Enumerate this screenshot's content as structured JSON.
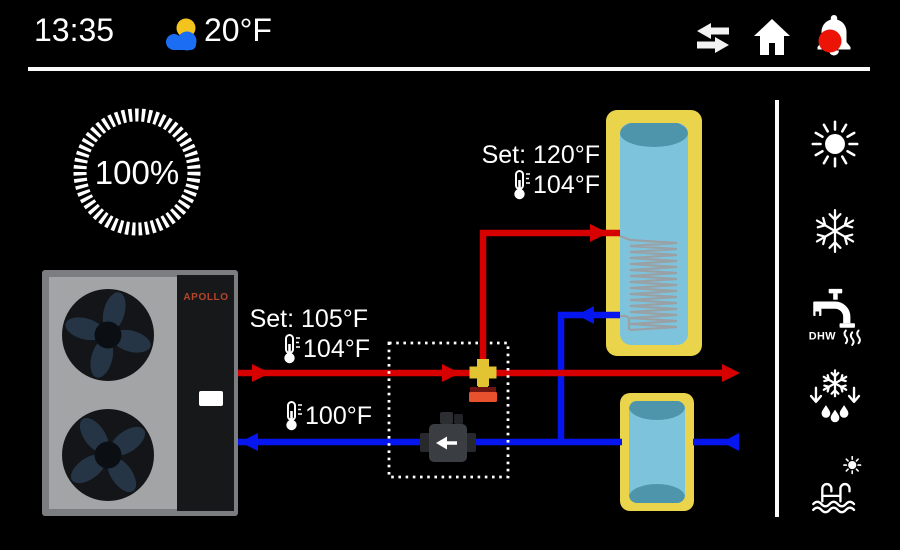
{
  "statusbar": {
    "time": "13:35",
    "weather_temp": "20°F"
  },
  "gauge": {
    "value": "100%"
  },
  "heat_pump": {
    "brand": "APOLLO"
  },
  "supply": {
    "set": "Set: 105°F",
    "temp": "104°F"
  },
  "return_line": {
    "temp": "100°F"
  },
  "dhw": {
    "set": "Set: 120°F",
    "temp": "104°F",
    "label": "DHW"
  },
  "colors": {
    "supply": "#d60000",
    "return": "#0616ee",
    "shell": "#e9d44b",
    "water": "#7ec3dc",
    "dome": "#4e95ab",
    "coil": "#9aa0a4",
    "alert": "#ec1407",
    "brand": "#b5452c",
    "valve": "#e2c433"
  }
}
